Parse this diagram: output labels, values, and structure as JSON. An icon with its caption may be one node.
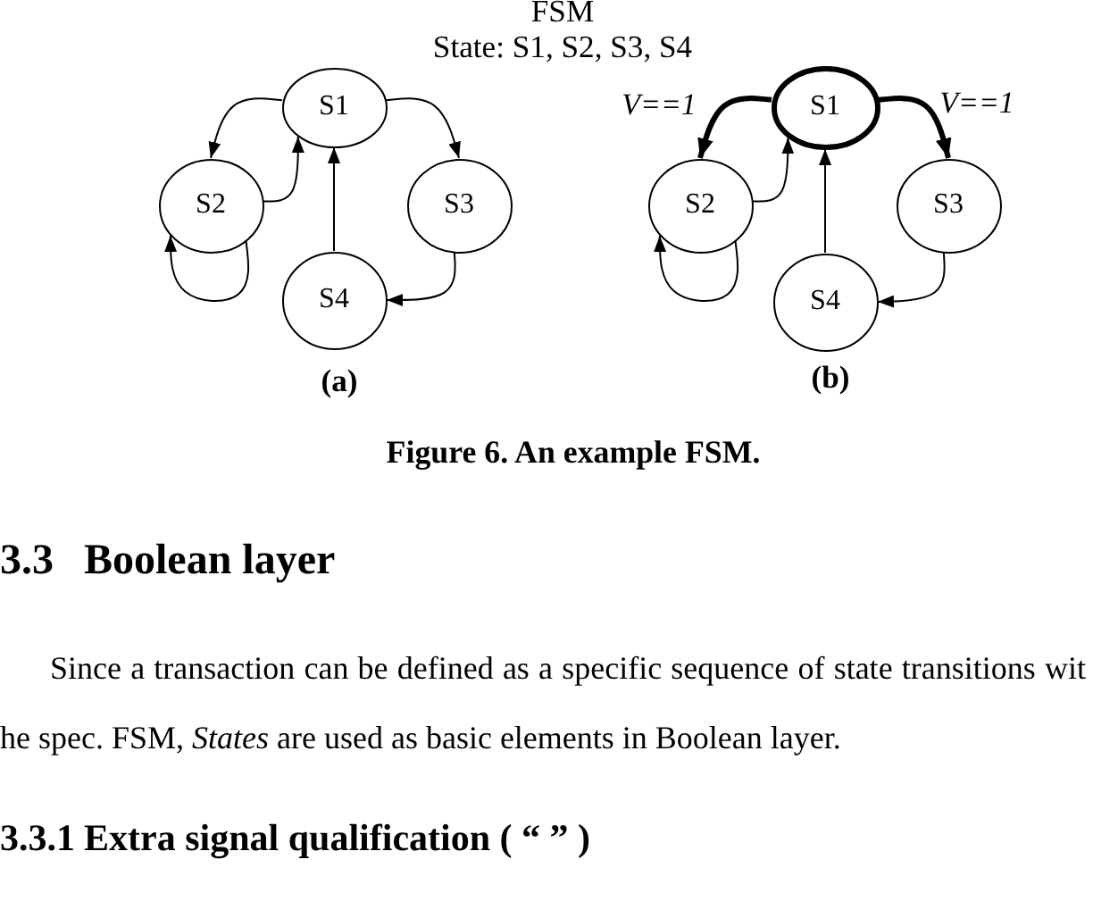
{
  "diagram": {
    "title": "FSM",
    "caption": "Figure 6. An example FSM.",
    "nodes": [
      {
        "text": [
          "S1"
        ]
      },
      {
        "text": [
          "S2"
        ]
      },
      {
        "text": [
          "S3"
        ]
      },
      {
        "text": [
          "S4"
        ]
      },
      {
        "text": [
          "S1"
        ]
      },
      {
        "text": [
          "S2"
        ]
      },
      {
        "text": [
          "S3"
        ]
      },
      {
        "text": [
          "S4"
        ]
      }
    ],
    "edges": [
      {
        "from": 0,
        "to": 1,
        "arrow": "to"
      },
      {
        "from": 1,
        "to": 0,
        "arrow": "to"
      },
      {
        "from": 0,
        "to": 2,
        "arrow": "to"
      },
      {
        "from": 3,
        "to": 0,
        "arrow": "to"
      },
      {
        "from": 2,
        "to": 3,
        "arrow": "to"
      },
      {
        "from": 1,
        "to": 1,
        "arrow": "to"
      },
      {
        "from": 4,
        "to": 5,
        "arrow": "to",
        "label": "V==1",
        "style": "thick"
      },
      {
        "from": 5,
        "to": 4,
        "arrow": "to"
      },
      {
        "from": 4,
        "to": 6,
        "arrow": "to",
        "label": "V==1",
        "style": "thick"
      },
      {
        "from": 7,
        "to": 4,
        "arrow": "to"
      },
      {
        "from": 6,
        "to": 7,
        "arrow": "to"
      },
      {
        "from": 5,
        "to": 5,
        "arrow": "to"
      }
    ],
    "labels": [
      "State: S1, S2, S3, S4",
      "(a)",
      "(b)",
      "3.3",
      "Boolean layer",
      "Since a transaction can be defined as a specific sequence of state transitions wit he spec. FSM, *States* are used as basic elements in Boolean layer.",
      "3.3.1",
      "Extra signal qualification ( “ ” )"
    ]
  }
}
